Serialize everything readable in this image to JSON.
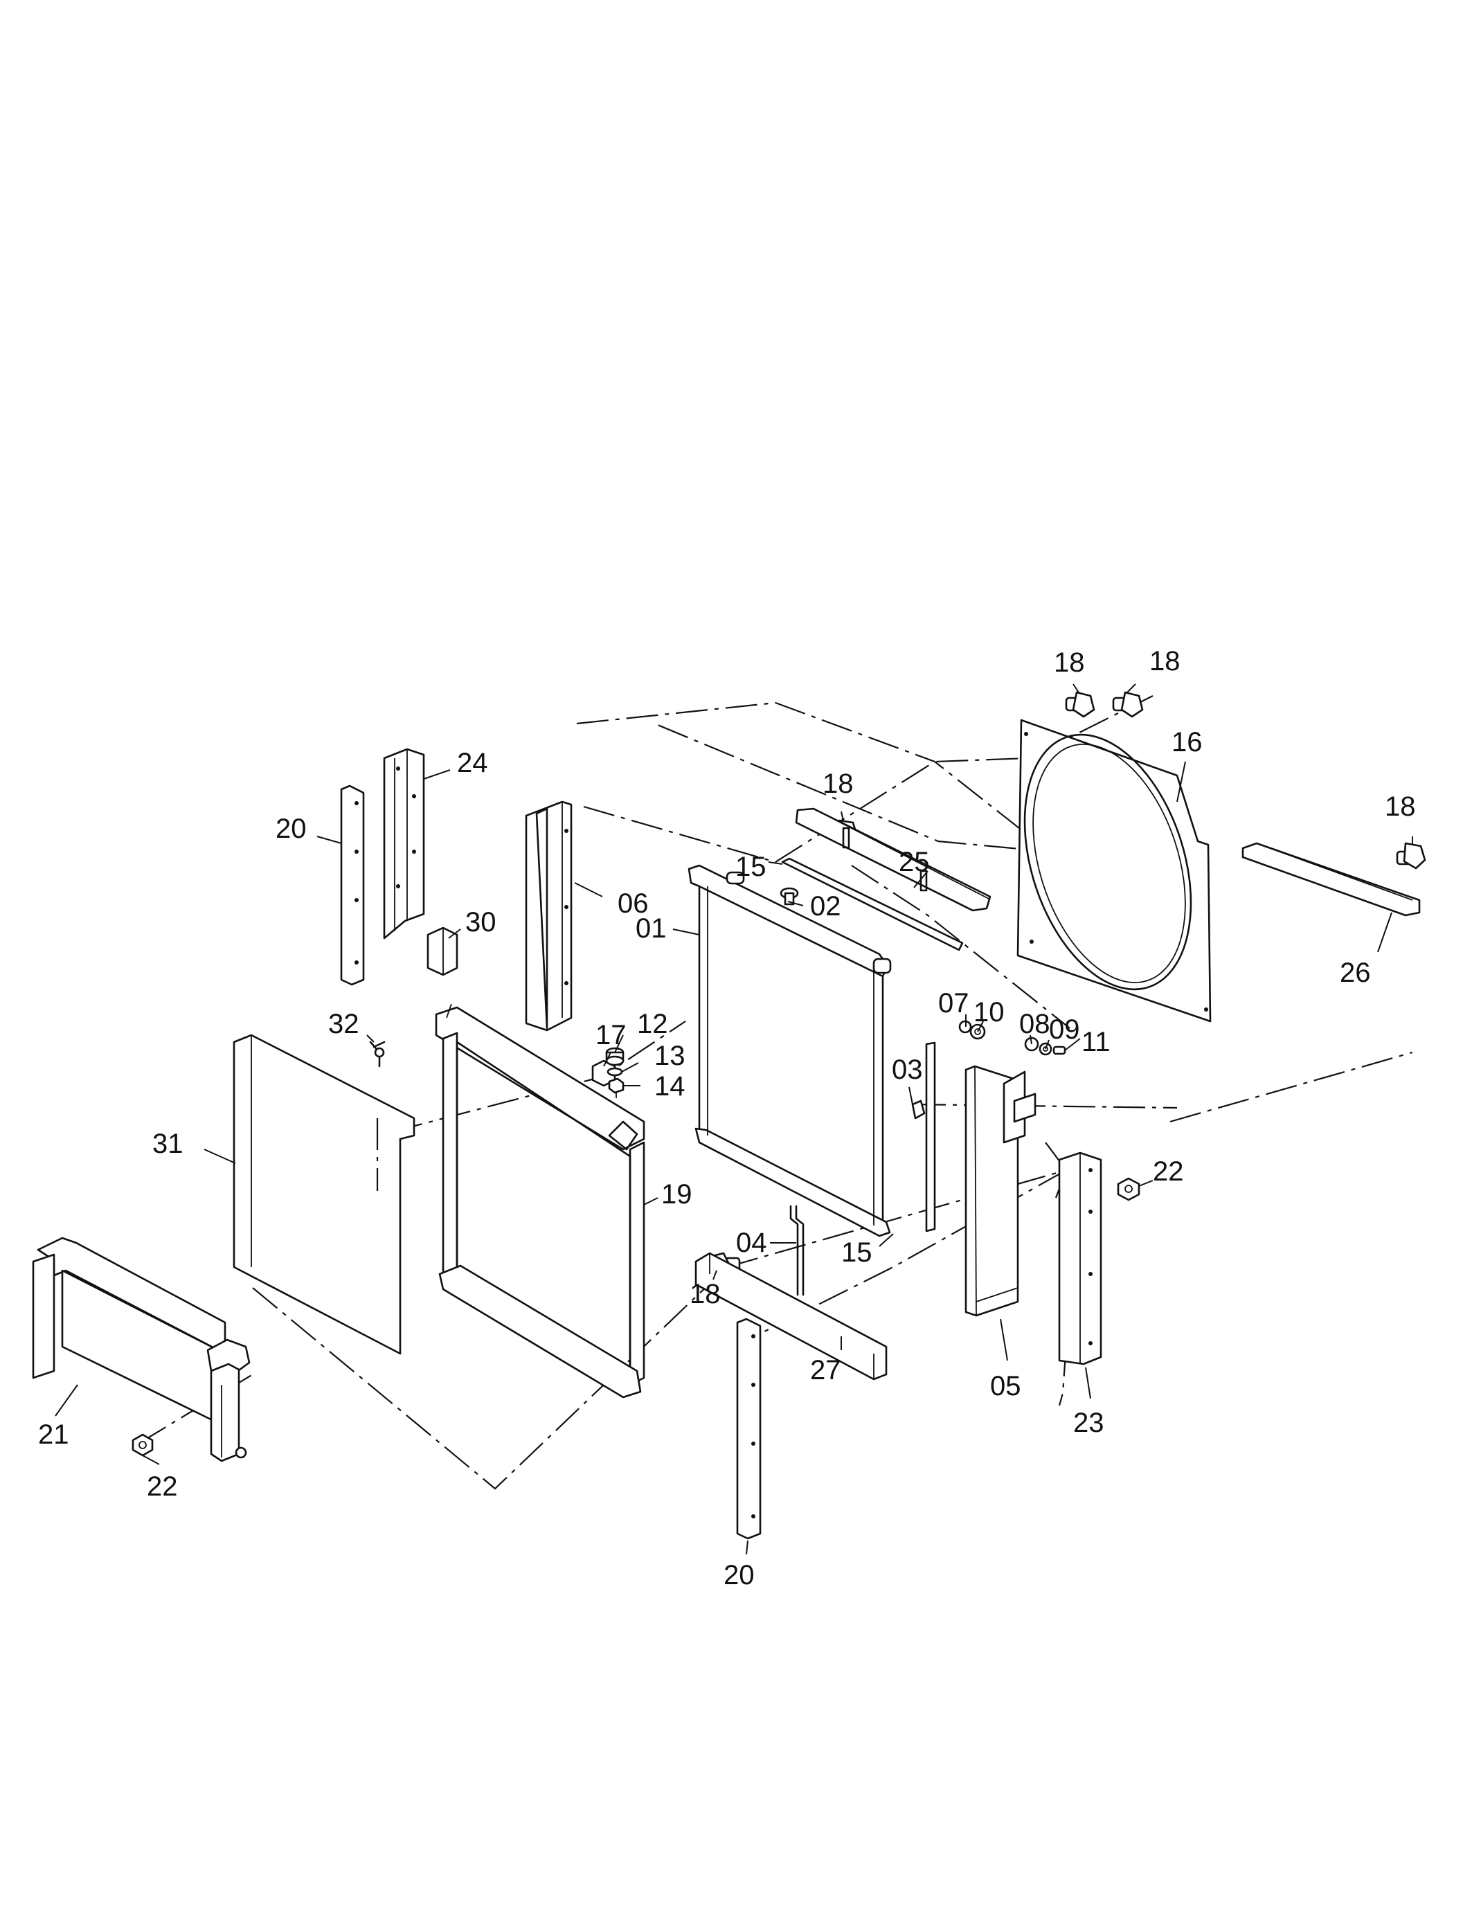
{
  "callouts": {
    "c01": "01",
    "c02": "02",
    "c03": "03",
    "c04": "04",
    "c05": "05",
    "c06": "06",
    "c07": "07",
    "c08": "08",
    "c09": "09",
    "c10": "10",
    "c11": "11",
    "c12": "12",
    "c13": "13",
    "c14": "14",
    "c15a": "15",
    "c15b": "15",
    "c16": "16",
    "c17": "17",
    "c18a": "18",
    "c18b": "18",
    "c18c": "18",
    "c18d": "18",
    "c18e": "18",
    "c19": "19",
    "c20a": "20",
    "c20b": "20",
    "c21": "21",
    "c22a": "22",
    "c22b": "22",
    "c23": "23",
    "c24": "24",
    "c25": "25",
    "c26": "26",
    "c27": "27",
    "c30": "30",
    "c31": "31",
    "c32": "32"
  }
}
